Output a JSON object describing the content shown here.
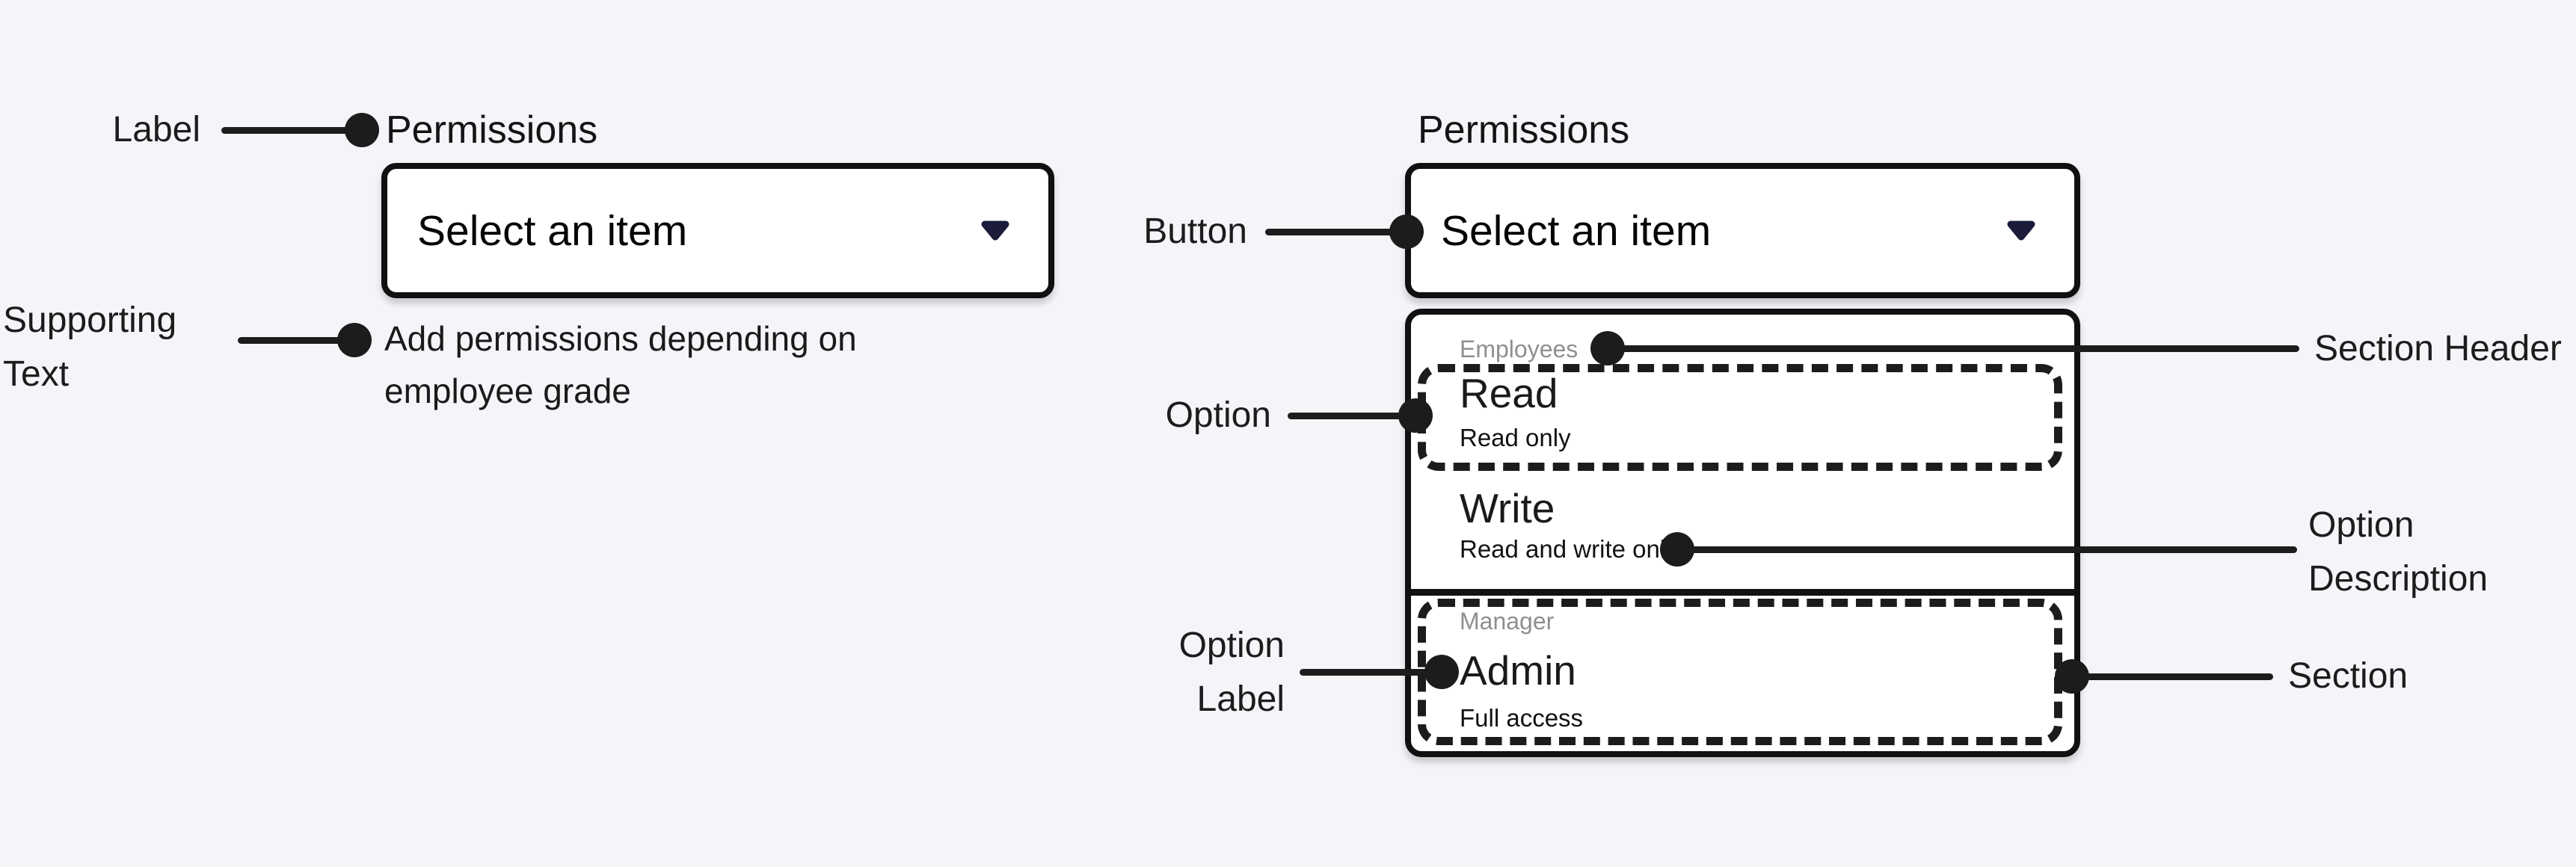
{
  "colors": {
    "background": "#f4f5f8",
    "surface": "#ffffff",
    "ink": "#161616",
    "border": "#101010",
    "muted_section_header": "#8f8f8f",
    "chevron": "#1b1b3a",
    "annotation": "#1c1c1c"
  },
  "left_panel": {
    "label": "Permissions",
    "button": {
      "value": "Select an item",
      "icon": "chevron-down-icon"
    },
    "supporting_text": {
      "line1": "Add permissions depending on",
      "line2": "employee grade"
    }
  },
  "right_panel": {
    "label": "Permissions",
    "button": {
      "value": "Select an item",
      "icon": "chevron-down-icon"
    },
    "menu": {
      "sections": [
        {
          "header": "Employees",
          "options": [
            {
              "label": "Read",
              "description": "Read only"
            },
            {
              "label": "Write",
              "description": "Read and write only"
            }
          ]
        },
        {
          "header": "Manager",
          "options": [
            {
              "label": "Admin",
              "description": "Full access"
            }
          ]
        }
      ]
    }
  },
  "annotations": {
    "label": "Label",
    "supporting_text": {
      "line1": "Supporting",
      "line2": "Text"
    },
    "button": "Button",
    "option": "Option",
    "section_header": "Section Header",
    "option_description": {
      "line1": "Option",
      "line2": "Description"
    },
    "option_label": {
      "line1": "Option",
      "line2": "Label"
    },
    "section": "Section"
  }
}
